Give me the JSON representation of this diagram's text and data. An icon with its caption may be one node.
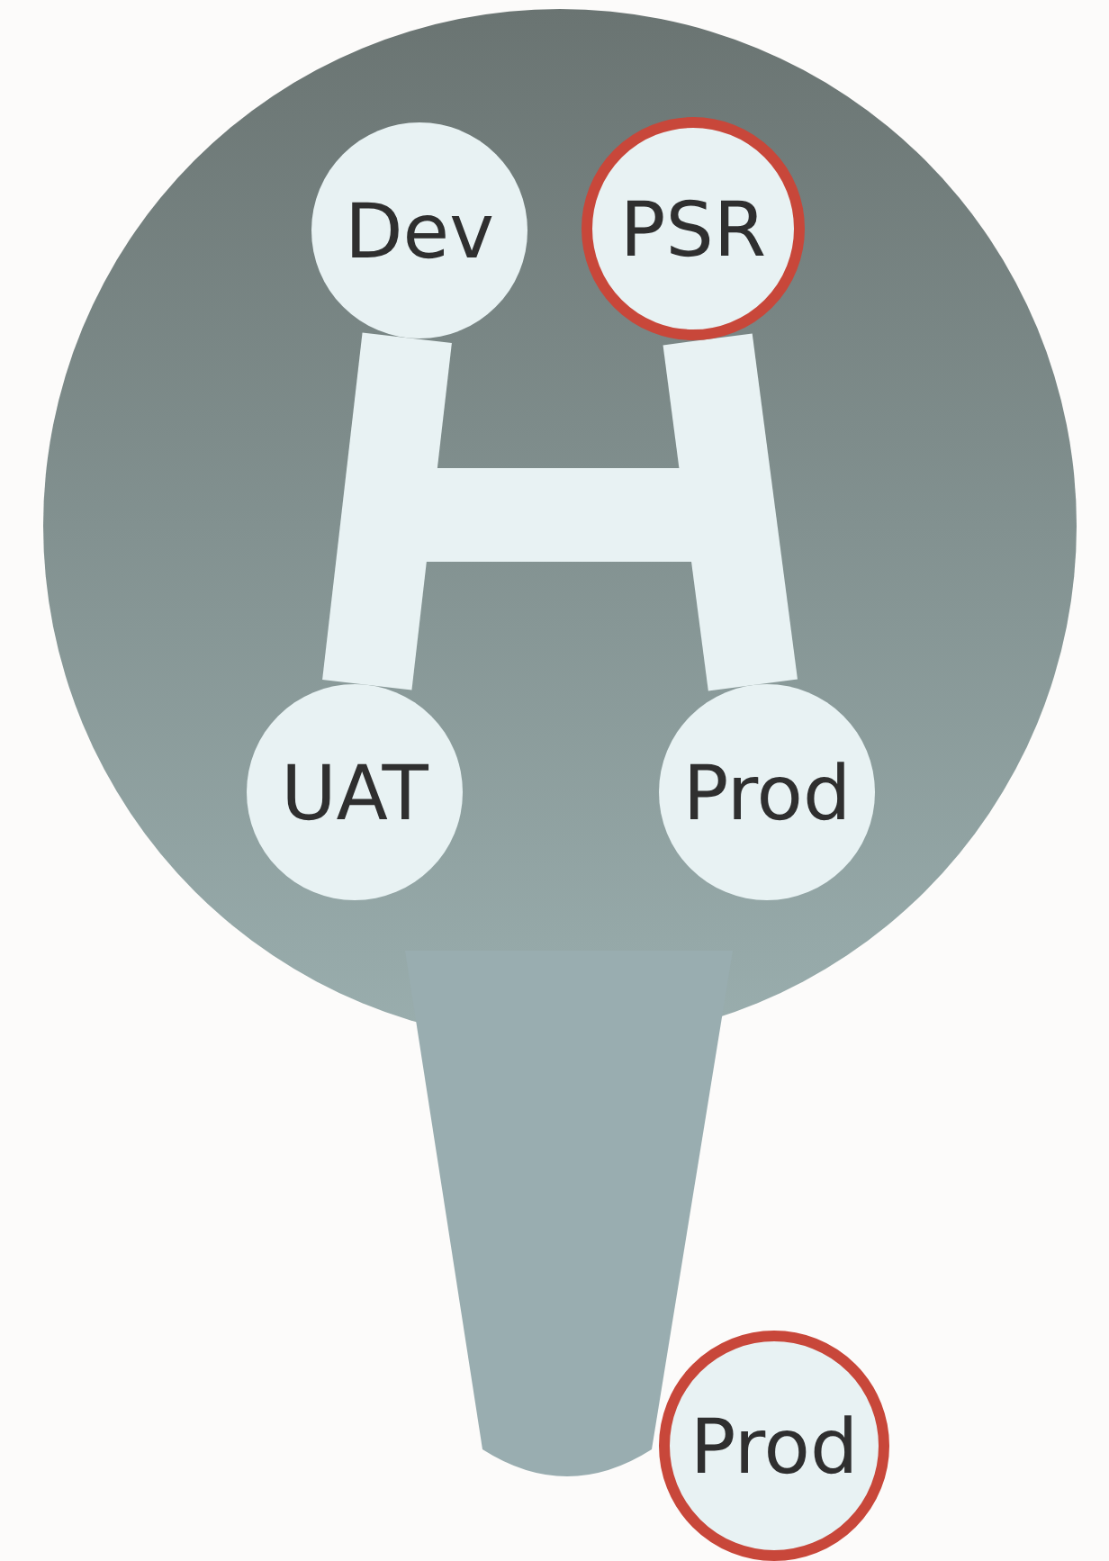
{
  "diagram": {
    "nodes": [
      {
        "text": [
          "Dev"
        ]
      },
      {
        "text": [
          "PSR"
        ]
      },
      {
        "text": [
          "UAT"
        ]
      },
      {
        "text": [
          "Prod"
        ]
      },
      {
        "text": [
          "Prod"
        ]
      }
    ],
    "edges": [
      {
        "from": 0,
        "to": 2,
        "arrow": "none"
      },
      {
        "from": 1,
        "to": 3,
        "arrow": "none"
      }
    ]
  }
}
